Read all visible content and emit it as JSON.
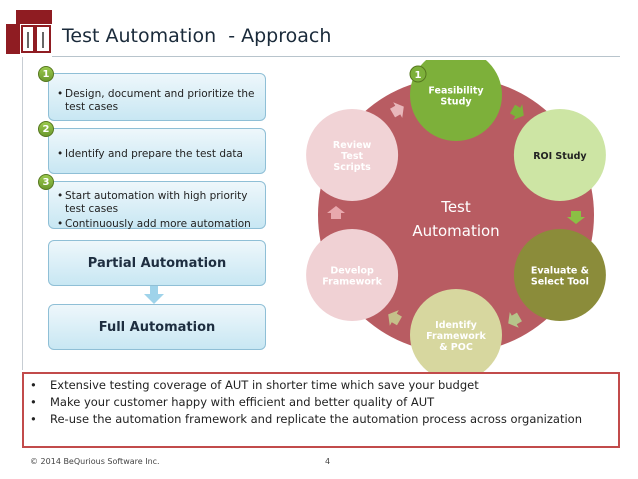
{
  "slide": {
    "title": "Test Automation  - Approach",
    "footer": "© 2014 BeQurious Software Inc.",
    "page_number": "4"
  },
  "steps": [
    {
      "number": "1",
      "items": [
        "Design, document and prioritize the test cases"
      ]
    },
    {
      "number": "2",
      "items": [
        "Identify and prepare the test data"
      ]
    },
    {
      "number": "3",
      "items": [
        "Start automation with high priority test cases",
        "Continuously add more automation"
      ]
    }
  ],
  "levels": {
    "partial": "Partial Automation",
    "full": "Full Automation"
  },
  "cycle": {
    "center_line1": "Test",
    "center_line2": "Automation",
    "start_badge": "1",
    "nodes": [
      {
        "lines": [
          "Feasibility",
          "Study"
        ],
        "color": "#7db03a",
        "text_color": "#ffffff"
      },
      {
        "lines": [
          "ROI Study"
        ],
        "color": "#cde5a4",
        "text_color": "#222222"
      },
      {
        "lines": [
          "Evaluate &",
          "Select Tool"
        ],
        "color": "#8b8c3a",
        "text_color": "#ffffff"
      },
      {
        "lines": [
          "Identify",
          "Framework",
          "& POC"
        ],
        "color": "#d7d79f",
        "text_color": "#ffffff"
      },
      {
        "lines": [
          "Develop",
          "Framework"
        ],
        "color": "#f0d1d4",
        "text_color": "#ffffff"
      },
      {
        "lines": [
          "Review",
          "Test",
          "Scripts"
        ],
        "color": "#f1d3d6",
        "text_color": "#ffffff"
      }
    ],
    "ring_color": "#b85c62"
  },
  "benefits": [
    "Extensive testing coverage of AUT in shorter time which save your budget",
    "Make your customer happy with efficient and better quality of AUT",
    "Re-use the automation framework and replicate the automation process across organization"
  ]
}
